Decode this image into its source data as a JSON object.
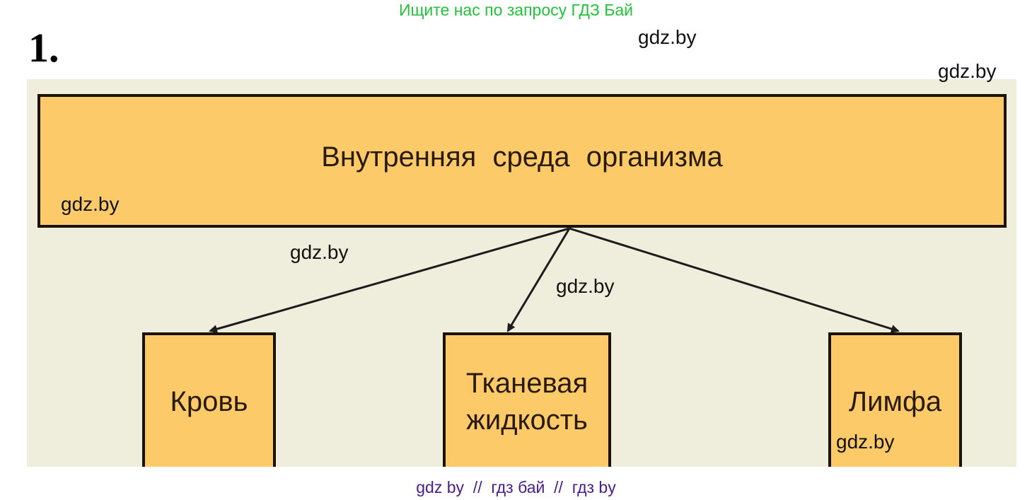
{
  "header": {
    "ad_text": "Ищите нас по запросу ГДЗ Бай",
    "ad_color": "#24c23c"
  },
  "task": {
    "number": "1."
  },
  "diagram": {
    "type": "hierarchy",
    "root": "Внутренняя среда организма",
    "children": [
      {
        "label": "Кровь"
      },
      {
        "label_line1": "Тканевая",
        "label_line2": "жидкость"
      },
      {
        "label": "Лимфа"
      }
    ],
    "colors": {
      "panel_bg": "#efeedd",
      "box_fill": "#fdca6a",
      "box_border": "#1a1208"
    }
  },
  "watermarks": [
    "gdz.by",
    "gdz.by",
    "gdz.by",
    "gdz.by",
    "gdz.by",
    "gdz.by"
  ],
  "footer": {
    "text": "gdz by  //  гдз бай  //  гдз by",
    "color": "#4b1d8c"
  }
}
